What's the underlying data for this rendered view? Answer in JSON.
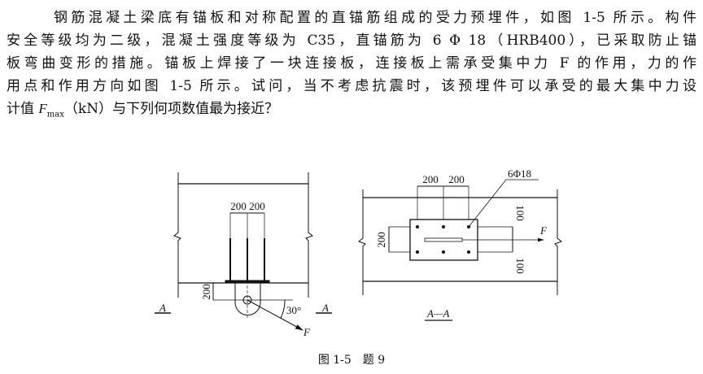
{
  "problem": {
    "line1": "钢筋混凝土梁底有锚板和对称配置的直锚筋组成的受力预埋件，如图 1-5 所示。构件",
    "line2": "安全等级均为二级，混凝土强度等级为 C35，直锚筋为 6 Φ 18（HRB400），已采取防止锚",
    "line3": "板弯曲变形的措施。锚板上焊接了一块连接板，连接板上需承受集中力 F 的作用，力的作",
    "line4": "用点和作用方向如图 1-5 所示。试问，当不考虑抗震时，该预埋件可以承受的最大集中力设",
    "line5_pre": "计值 ",
    "line5_var": "F",
    "line5_sub": "max",
    "line5_post": "（kN）与下列何项数值最为接近？"
  },
  "figure": {
    "left": {
      "dim_top_1": "200",
      "dim_top_2": "200",
      "dim_side": "200",
      "angle": "30°",
      "force": "F",
      "section_left": "A",
      "section_right": "A"
    },
    "right": {
      "dim_top_1": "200",
      "dim_top_2": "200",
      "dim_left": "200",
      "dim_right_top": "100",
      "dim_right_bottom": "100",
      "rebar": "6Φ18",
      "force": "F",
      "section_title": "A—A"
    },
    "caption": "图 1-5　题 9"
  }
}
